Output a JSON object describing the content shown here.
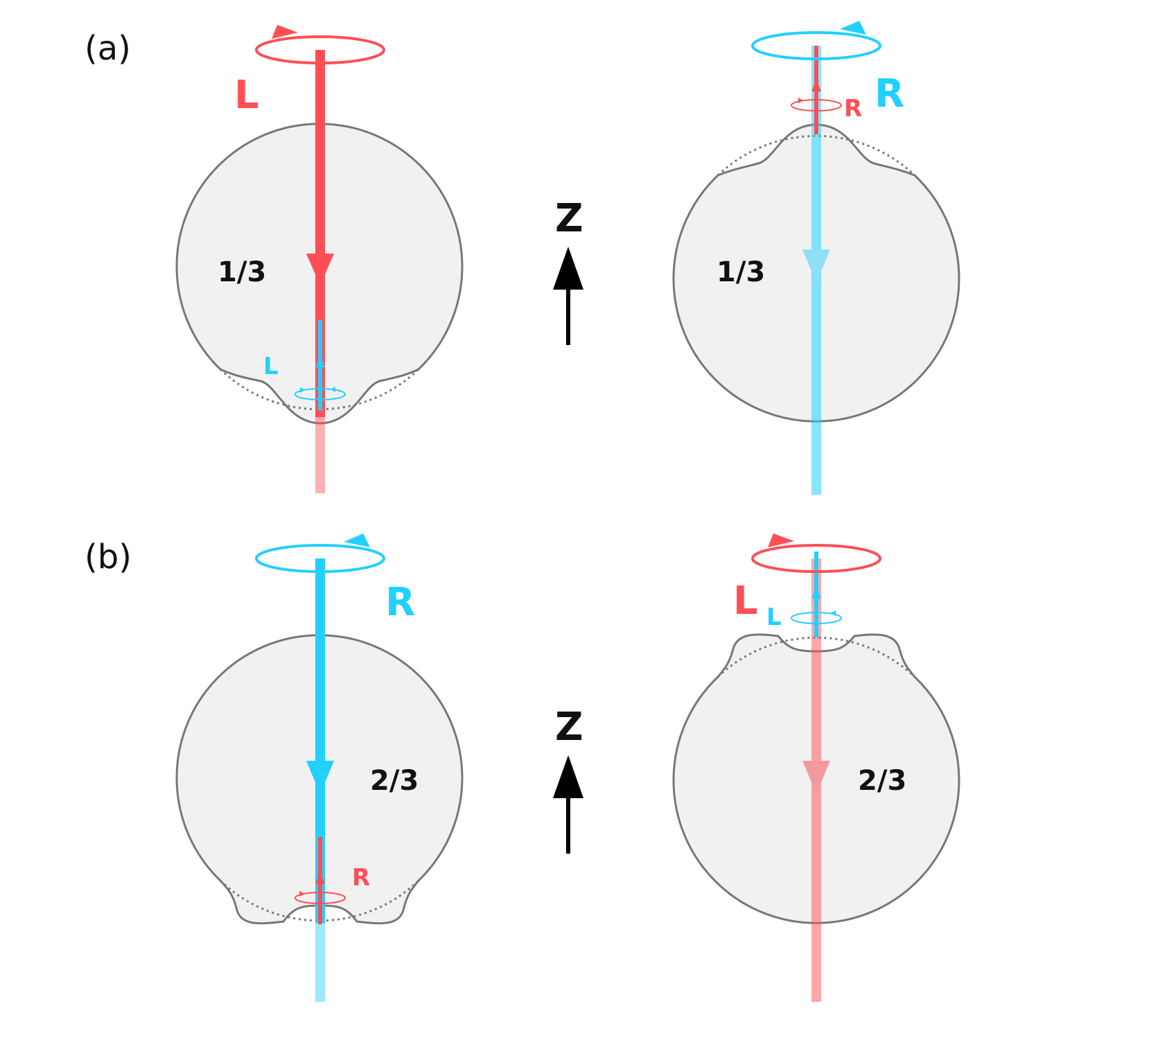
{
  "colors": {
    "red": "#ff4f55",
    "blue": "#22d0ff",
    "sphere_fill": "#f1f1f1",
    "sphere_stroke": "#777777",
    "text": "#111111"
  },
  "panels": [
    {
      "label": "(a)",
      "axis_label": "Z",
      "left": {
        "incident": "L",
        "reflected": "L",
        "fraction": "1/3",
        "deform": "bottom"
      },
      "right": {
        "incident": "R",
        "reflected": "R",
        "fraction": "1/3",
        "deform": "top"
      }
    },
    {
      "label": "(b)",
      "axis_label": "Z",
      "left": {
        "incident": "R",
        "reflected": "R",
        "fraction": "2/3",
        "deform": "bottom"
      },
      "right": {
        "incident": "L",
        "reflected": "L",
        "fraction": "2/3",
        "deform": "top"
      }
    }
  ]
}
